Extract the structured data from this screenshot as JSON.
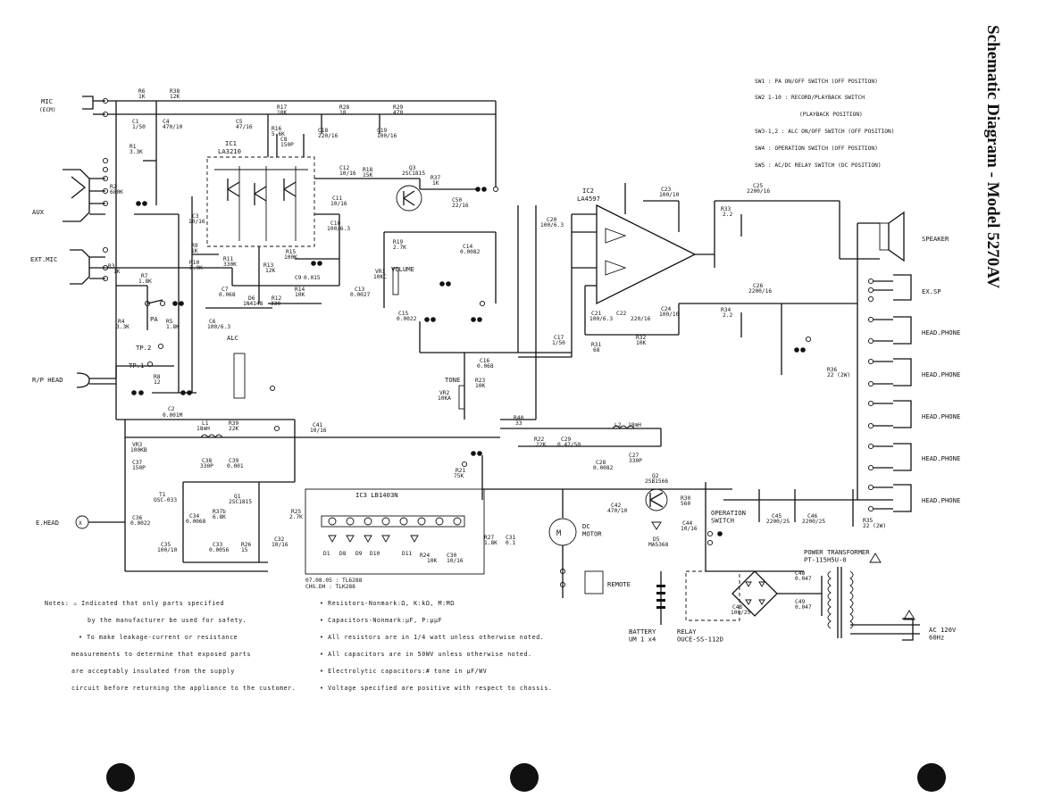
{
  "title": "Schematic Diagram - Model 5270AV",
  "switch_legend": [
    "SW1 : PA ON/OFF SWITCH (OFF POSITION)",
    "SW2 1-10 : RECORD/PLAYBACK SWITCH",
    "(PLAYBACK POSITION)",
    "SW3-1,2 : ALC ON/OFF SWITCH (OFF POSITION)",
    "SW4 : OPERATION SWITCH (OFF POSITION)",
    "SW5 : AC/DC RELAY SWITCH (DC POSITION)"
  ],
  "io": {
    "mic": "MIC",
    "mic_sub": "(ECM)",
    "aux": "AUX",
    "ext_mic": "EXT.MIC",
    "rp_head": "R/P HEAD",
    "e_head": "E.HEAD",
    "speaker": "SPEAKER",
    "ex_sp": "EX.SP",
    "headphones": [
      "HEAD.PHONE",
      "HEAD.PHONE",
      "HEAD.PHONE",
      "HEAD.PHONE",
      "HEAD.PHONE"
    ]
  },
  "blocks": {
    "ic1": "IC1",
    "ic1_part": "LA3210",
    "ic2": "IC2",
    "ic2_part": "LA4597",
    "ic3": "IC3  LB1403N",
    "volume": "VOLUME",
    "tone": "TONE",
    "alc": "ALC",
    "pa": "PA",
    "tp1": "TP.1",
    "tp2": "TP.2",
    "dc_motor": "DC\nMOTOR",
    "remote": "REMOTE",
    "operation_switch": "OPERATION\nSWITCH",
    "battery": "BATTERY\nUM 1 x4",
    "relay": "RELAY\nOUCE-SS-112D",
    "power_transformer": "POWER TRANSFORMER\nPT-115H5U-0",
    "ac_in": "AC 120V\n60Hz"
  },
  "components": [
    {
      "id": "R6",
      "v": "1K"
    },
    {
      "id": "R38",
      "v": "12K"
    },
    {
      "id": "C1",
      "v": "1/50"
    },
    {
      "id": "C4",
      "v": "470/10"
    },
    {
      "id": "R1",
      "v": "3.3K"
    },
    {
      "id": "R2",
      "v": "680K"
    },
    {
      "id": "R3",
      "v": "1K"
    },
    {
      "id": "R7",
      "v": "1.8K"
    },
    {
      "id": "R4",
      "v": "3.3K"
    },
    {
      "id": "R5",
      "v": "1.8K"
    },
    {
      "id": "R8",
      "v": "12"
    },
    {
      "id": "C2",
      "v": "0.001M"
    },
    {
      "id": "C3",
      "v": "10/16"
    },
    {
      "id": "R9",
      "v": "1K"
    },
    {
      "id": "R10",
      "v": "3.9K"
    },
    {
      "id": "R11",
      "v": "330K"
    },
    {
      "id": "C5",
      "v": "47/16"
    },
    {
      "id": "R16",
      "v": "5.6K"
    },
    {
      "id": "R17",
      "v": "10K"
    },
    {
      "id": "C8",
      "v": "150P"
    },
    {
      "id": "R28",
      "v": "18"
    },
    {
      "id": "C18",
      "v": "220/16"
    },
    {
      "id": "R29",
      "v": "470"
    },
    {
      "id": "C19",
      "v": "100/16"
    },
    {
      "id": "C12",
      "v": "10/16"
    },
    {
      "id": "R18",
      "v": "15K"
    },
    {
      "id": "Q3",
      "v": "2SC1815"
    },
    {
      "id": "R37",
      "v": "1K"
    },
    {
      "id": "C50",
      "v": "22/16"
    },
    {
      "id": "C11",
      "v": "10/16"
    },
    {
      "id": "C10",
      "v": "100/6.3"
    },
    {
      "id": "R15",
      "v": "100K"
    },
    {
      "id": "R13",
      "v": "12K"
    },
    {
      "id": "C9",
      "v": "0.015"
    },
    {
      "id": "C7",
      "v": "0.068"
    },
    {
      "id": "R14",
      "v": "10K"
    },
    {
      "id": "D6",
      "v": "1N4148"
    },
    {
      "id": "R12",
      "v": "330"
    },
    {
      "id": "C6",
      "v": "100/6.3"
    },
    {
      "id": "R19",
      "v": "2.7K"
    },
    {
      "id": "C14",
      "v": "0.0082"
    },
    {
      "id": "VR1",
      "v": "10KC"
    },
    {
      "id": "C15",
      "v": "0.0022"
    },
    {
      "id": "C13",
      "v": "0.0027"
    },
    {
      "id": "C16",
      "v": "0.068"
    },
    {
      "id": "R23",
      "v": "10K"
    },
    {
      "id": "VR2",
      "v": "10KA"
    },
    {
      "id": "C17",
      "v": "1/50"
    },
    {
      "id": "R31",
      "v": "68"
    },
    {
      "id": "R32",
      "v": "10K"
    },
    {
      "id": "C20",
      "v": "100/6.3"
    },
    {
      "id": "C21",
      "v": "100/6.3"
    },
    {
      "id": "C22",
      "v": "220/16"
    },
    {
      "id": "C23",
      "v": "100/10"
    },
    {
      "id": "C24",
      "v": "100/10"
    },
    {
      "id": "C25",
      "v": "2200/16"
    },
    {
      "id": "C26",
      "v": "2200/16"
    },
    {
      "id": "R33",
      "v": "2.2"
    },
    {
      "id": "R34",
      "v": "2.2"
    },
    {
      "id": "R36",
      "v": "22 (2W)"
    },
    {
      "id": "R35",
      "v": "22 (2W)"
    },
    {
      "id": "C41",
      "v": "10/16"
    },
    {
      "id": "R40",
      "v": "33"
    },
    {
      "id": "L2",
      "v": "18mH"
    },
    {
      "id": "R22",
      "v": "22K"
    },
    {
      "id": "C29",
      "v": "0.47/50"
    },
    {
      "id": "C28",
      "v": "0.0082"
    },
    {
      "id": "C27",
      "v": "330P"
    },
    {
      "id": "R21",
      "v": "75K"
    },
    {
      "id": "L1",
      "v": "18mH"
    },
    {
      "id": "R39",
      "v": "22K"
    },
    {
      "id": "C38",
      "v": "330P"
    },
    {
      "id": "C39",
      "v": "0.001"
    },
    {
      "id": "VR3",
      "v": "100KB"
    },
    {
      "id": "C37",
      "v": "150P"
    },
    {
      "id": "T1",
      "v": "OSC-033"
    },
    {
      "id": "Q1",
      "v": "2SC1815"
    },
    {
      "id": "C36",
      "v": "0.0022"
    },
    {
      "id": "C34",
      "v": "0.0068"
    },
    {
      "id": "R37b",
      "v": "6.8K"
    },
    {
      "id": "C35",
      "v": "100/10"
    },
    {
      "id": "C33",
      "v": "0.0056"
    },
    {
      "id": "R26",
      "v": "15"
    },
    {
      "id": "R25",
      "v": "2.7K"
    },
    {
      "id": "C32",
      "v": "10/16"
    },
    {
      "id": "R27",
      "v": "1.8K"
    },
    {
      "id": "C31",
      "v": "0.1"
    },
    {
      "id": "R24",
      "v": "10K"
    },
    {
      "id": "C30",
      "v": "10/16"
    },
    {
      "id": "Q2",
      "v": "2SB1566"
    },
    {
      "id": "C42",
      "v": "470/10"
    },
    {
      "id": "R30",
      "v": "560"
    },
    {
      "id": "C44",
      "v": "10/16"
    },
    {
      "id": "D5",
      "v": "MA5368"
    },
    {
      "id": "C45",
      "v": "2200/25"
    },
    {
      "id": "C46",
      "v": "2200/25"
    },
    {
      "id": "C43",
      "v": "100/25"
    },
    {
      "id": "C48",
      "v": "0.047"
    },
    {
      "id": "C49",
      "v": "0.047"
    }
  ],
  "ic3_diodes": [
    "D1",
    "D8",
    "D9",
    "D10",
    "D11"
  ],
  "ic3_date": "07.08.05  : TL6288\nCHG.DH  : TLK288",
  "notes_left": [
    "Notes: ⚠ Indicated that only parts specified",
    "by the manufacturer be used for safety.",
    "• To make leakage-current or resistance",
    "measurements to determine that exposed parts",
    "are acceptably insulated from the supply",
    "circuit before returning the appliance to the customer."
  ],
  "notes_right": [
    "• Resistors-Nonmark:Ω, K:kΩ, M:MΩ",
    "• Capacitors-Nonmark:μF, P:μμF",
    "• All resistors are in 1/4 watt unless otherwise noted.",
    "• All capacitors are in 50WV unless otherwise noted.",
    "• Electrolytic capacitors:# tone in μF/WV",
    "• Voltage specified are positive with respect to chassis."
  ]
}
